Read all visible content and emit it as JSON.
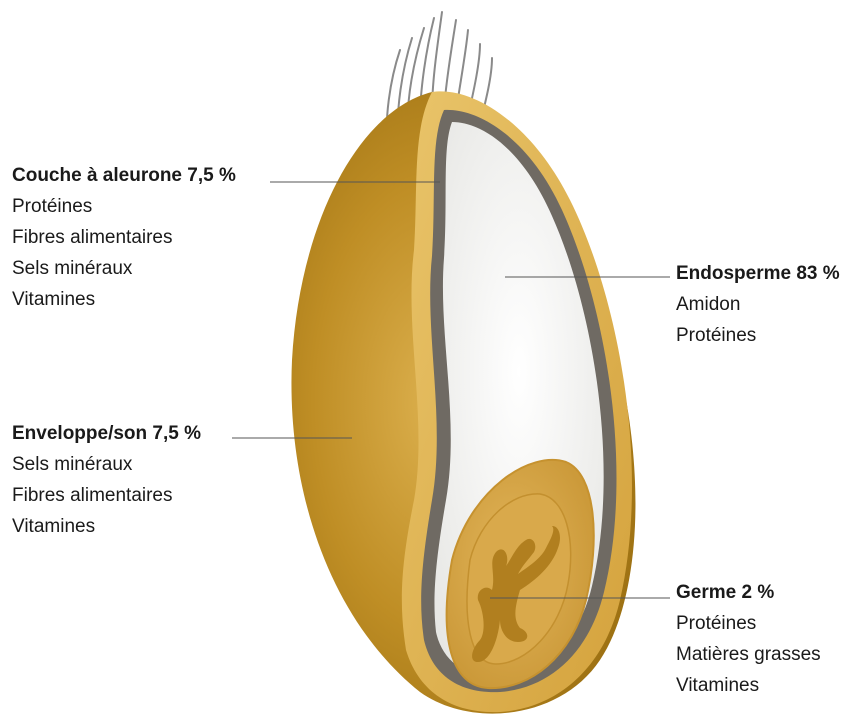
{
  "labels": {
    "aleurone": {
      "title": "Couche à aleurone 7,5 %",
      "items": [
        "Protéines",
        "Fibres alimentaires",
        "Sels minéraux",
        "Vitamines"
      ]
    },
    "enveloppe": {
      "title": "Enveloppe/son 7,5 %",
      "items": [
        "Sels minéraux",
        "Fibres alimentaires",
        "Vitamines"
      ]
    },
    "endosperme": {
      "title": "Endosperme 83 %",
      "items": [
        "Amidon",
        "Protéines"
      ]
    },
    "germe": {
      "title": "Germe 2 %",
      "items": [
        "Protéines",
        "Matières grasses",
        "Vitamines"
      ]
    }
  },
  "colors": {
    "bran": "#b8861e",
    "bran_light": "#d9ad4a",
    "aleurone": "#6f6a63",
    "endosperm": "#f4f4f2",
    "germ": "#d7a84a",
    "leader_line": "#555555"
  }
}
